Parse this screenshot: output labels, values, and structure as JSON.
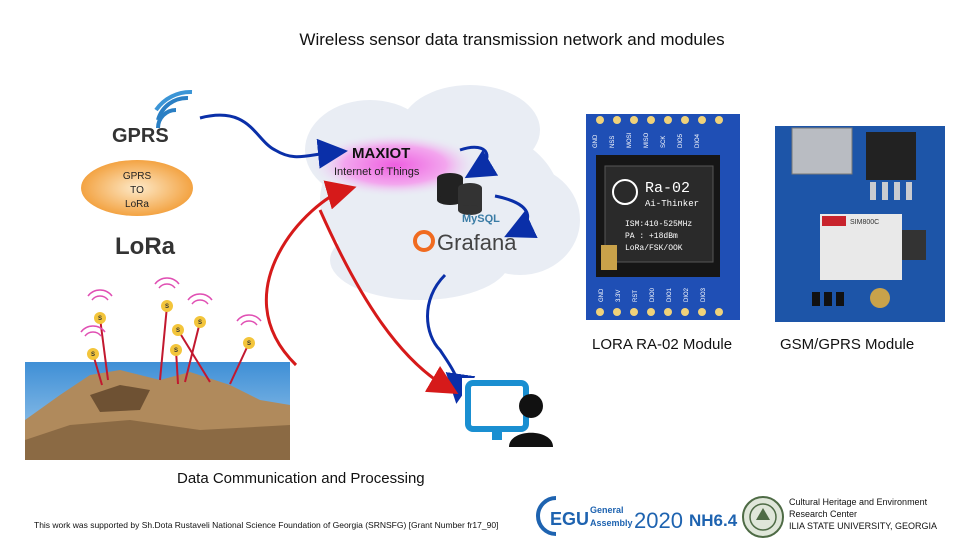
{
  "title": "Wireless sensor data transmission network and modules",
  "diagram": {
    "gprs_label": "GPRS",
    "converter_label": "GPRS\nTO\nLoRa",
    "converter_lines": [
      "GPRS",
      "TO",
      "LoRa"
    ],
    "lora_label": "LoRa",
    "cloud_title": "MAXIOT",
    "cloud_subtitle": "Internet of Things",
    "mysql_label": "MySQL",
    "grafana_label": "Grafana",
    "sensor_marker": "S",
    "lora_module_pins_top": [
      "GND",
      "NSS",
      "MOSI",
      "MISO",
      "SCK",
      "DIO5",
      "DIO4"
    ],
    "lora_module_pins_bottom": [
      "GND",
      "3.3V",
      "RST",
      "DIO0",
      "DIO1",
      "DIO2",
      "DIO3"
    ],
    "lora_chip_lines": [
      "Ra-02",
      "Ai-Thinker",
      "ISM:410-525MHz",
      "PA : +18dBm",
      "LoRa/FSK/OOK"
    ],
    "gsm_chip_label": "SIM800C"
  },
  "captions": {
    "lora_module": "LORA RA-02 Module",
    "gsm_module": "GSM/GPRS Module",
    "data": "Data Communication and Processing"
  },
  "footer": {
    "grant": "This work was supported by Sh.Dota Rustaveli National Science Foundation of Georgia (SRNSFG) [Grant Number fr17_90]",
    "egu_logo_text": "EGU",
    "egu_general": "General",
    "egu_assembly": "Assembly",
    "egu_year": "2020",
    "session": "NH6.4",
    "institution_line1": "Cultural Heritage and Environment",
    "institution_line2": "Research Center",
    "institution_line3": "ILIA STATE UNIVERSITY, GEORGIA"
  },
  "colors": {
    "arrow_blue": "#0a2fa8",
    "arrow_red": "#d61a1a",
    "cloud_pink": "#e466d8",
    "egu_blue": "#1e63b0",
    "board_blue": "#1f4fb5"
  }
}
